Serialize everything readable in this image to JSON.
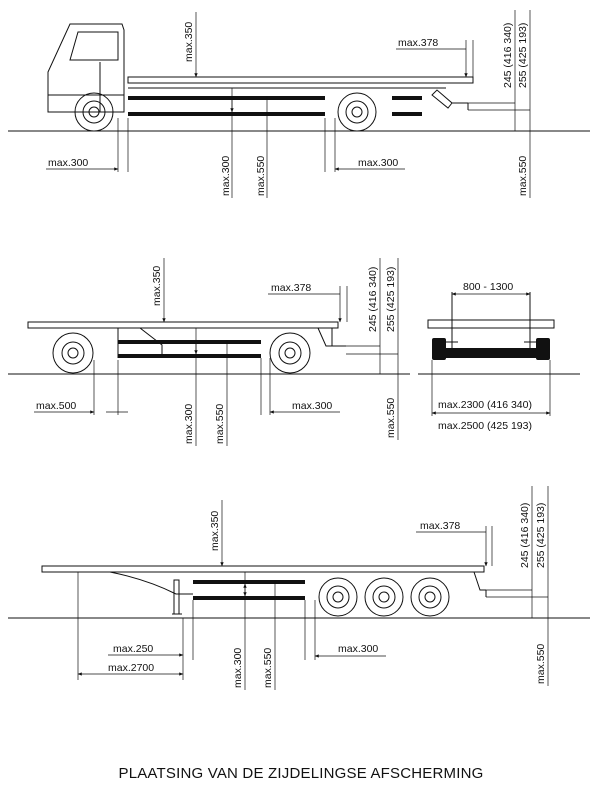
{
  "caption": "PLAATSING VAN DE ZIJDELINGSE AFSCHERMING",
  "truck": {
    "max350": "max.350",
    "max378": "max.378",
    "dim245": "245 (416 340)",
    "dim255": "255 (425 193)",
    "max300_left": "max.300",
    "max300_mid": "max.300",
    "max550_mid": "max.550",
    "max300_right": "max.300",
    "max550_right": "max.550"
  },
  "trailer": {
    "max350": "max.350",
    "max378": "max.378",
    "dim245": "245 (416 340)",
    "dim255": "255 (425 193)",
    "max500": "max.500",
    "max300_mid": "max.300",
    "max550_mid": "max.550",
    "max300_right": "max.300",
    "max550_right": "max.550"
  },
  "rear_view": {
    "width_range": "800 - 1300",
    "max2300": "max.2300 (416 340)",
    "max2500": "max.2500 (425 193)"
  },
  "semitrailer": {
    "max350": "max.350",
    "max378": "max.378",
    "dim245": "245 (416 340)",
    "dim255": "255 (425 193)",
    "max250": "max.250",
    "max2700": "max.2700",
    "max300_mid": "max.300",
    "max550_mid": "max.550",
    "max300_right": "max.300",
    "max550_right": "max.550"
  }
}
